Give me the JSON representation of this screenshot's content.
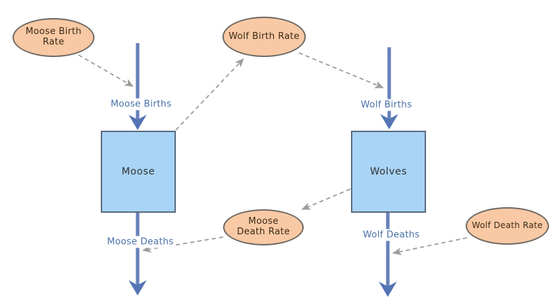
{
  "diagram": {
    "type": "stock-and-flow",
    "stocks": [
      {
        "label": "Moose"
      },
      {
        "label": "Wolves"
      }
    ],
    "flows": [
      {
        "label": "Moose Births"
      },
      {
        "label": "Moose Deaths"
      },
      {
        "label": "Wolf Births"
      },
      {
        "label": "Wolf Deaths"
      }
    ],
    "converters": [
      {
        "label": "Moose Birth Rate"
      },
      {
        "label": "Wolf Birth Rate"
      },
      {
        "label": "Moose Death Rate"
      },
      {
        "label": "Wolf Death Rate"
      }
    ],
    "connectors": [
      {
        "from": "Moose Birth Rate",
        "to": "Moose Births"
      },
      {
        "from": "Moose",
        "to": "Wolf Birth Rate"
      },
      {
        "from": "Wolf Birth Rate",
        "to": "Wolf Births"
      },
      {
        "from": "Wolves",
        "to": "Moose Death Rate"
      },
      {
        "from": "Moose Death Rate",
        "to": "Moose Deaths"
      },
      {
        "from": "Wolf Death Rate",
        "to": "Wolf Deaths"
      }
    ],
    "colors": {
      "background": "#FFFFFF",
      "converter_fill": "#F8C9A4",
      "converter_border": "#6F6A64",
      "converter_text": "#3D2B17",
      "stock_fill": "#A8D4F7",
      "stock_border": "#5A6B7D",
      "stock_text": "#333333",
      "flow_line": "#6781B8",
      "flow_arrowhead": "#5574B5",
      "flow_label_text": "#4A6FA8",
      "connector_line": "#9C9C9C"
    }
  }
}
